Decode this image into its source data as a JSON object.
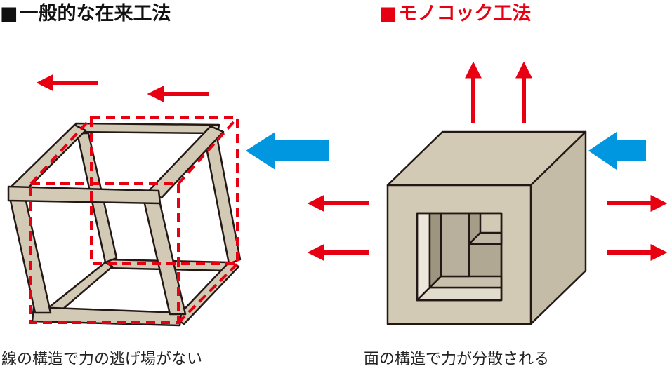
{
  "left_panel": {
    "heading_marker": "■",
    "heading": "一般的な在来工法",
    "caption": "線の構造で力の逃げ場がない"
  },
  "right_panel": {
    "heading_marker": "■",
    "heading": "モノコック工法",
    "caption": "面の構造で力が分散される"
  },
  "colors": {
    "left_heading": "#111111",
    "accent_red": "#e60012",
    "force_blue": "#0096e0",
    "wood": "#d2cab5",
    "outline": "#231815"
  }
}
